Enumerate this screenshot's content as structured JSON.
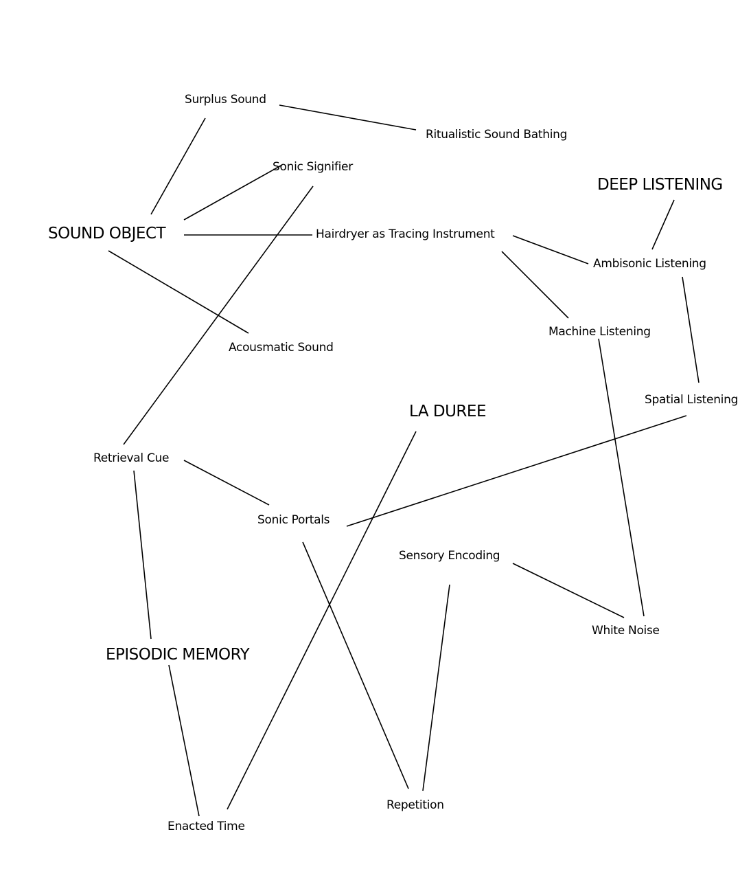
{
  "diagram": {
    "colors": {
      "background": "#ffffff",
      "line": "#000000",
      "text": "#000000"
    },
    "nodes": [
      {
        "id": "surplus_sound",
        "label": "Surplus Sound",
        "major": false
      },
      {
        "id": "ritualistic",
        "label": "Ritualistic Sound Bathing",
        "major": false
      },
      {
        "id": "sonic_signifier",
        "label": "Sonic Signifier",
        "major": false
      },
      {
        "id": "deep_listening",
        "label": "DEEP LISTENING",
        "major": true
      },
      {
        "id": "sound_object",
        "label": "SOUND OBJECT",
        "major": true
      },
      {
        "id": "hairdryer",
        "label": "Hairdryer as Tracing Instrument",
        "major": false
      },
      {
        "id": "ambisonic",
        "label": "Ambisonic Listening",
        "major": false
      },
      {
        "id": "machine_listening",
        "label": "Machine Listening",
        "major": false
      },
      {
        "id": "acousmatic",
        "label": "Acousmatic Sound",
        "major": false
      },
      {
        "id": "spatial_listening",
        "label": "Spatial Listening",
        "major": false
      },
      {
        "id": "la_duree",
        "label": "LA DUREE",
        "major": true
      },
      {
        "id": "retrieval_cue",
        "label": "Retrieval Cue",
        "major": false
      },
      {
        "id": "sonic_portals",
        "label": "Sonic Portals",
        "major": false
      },
      {
        "id": "sensory_encoding",
        "label": "Sensory Encoding",
        "major": false
      },
      {
        "id": "white_noise",
        "label": "White Noise",
        "major": false
      },
      {
        "id": "episodic_memory",
        "label": "EPISODIC MEMORY",
        "major": true
      },
      {
        "id": "repetition",
        "label": "Repetition",
        "major": false
      },
      {
        "id": "enacted_time",
        "label": "Enacted Time",
        "major": false
      }
    ],
    "edges": [
      [
        "surplus_sound",
        "ritualistic"
      ],
      [
        "surplus_sound",
        "sound_object"
      ],
      [
        "sonic_signifier",
        "sound_object"
      ],
      [
        "sonic_signifier",
        "retrieval_cue"
      ],
      [
        "sound_object",
        "hairdryer"
      ],
      [
        "sound_object",
        "acousmatic"
      ],
      [
        "hairdryer",
        "ambisonic"
      ],
      [
        "hairdryer",
        "machine_listening"
      ],
      [
        "deep_listening",
        "ambisonic"
      ],
      [
        "ambisonic",
        "spatial_listening"
      ],
      [
        "machine_listening",
        "white_noise"
      ],
      [
        "spatial_listening",
        "sonic_portals"
      ],
      [
        "retrieval_cue",
        "sonic_portals"
      ],
      [
        "retrieval_cue",
        "episodic_memory"
      ],
      [
        "sonic_portals",
        "repetition"
      ],
      [
        "la_duree",
        "enacted_time"
      ],
      [
        "sensory_encoding",
        "white_noise"
      ],
      [
        "sensory_encoding",
        "repetition"
      ],
      [
        "episodic_memory",
        "enacted_time"
      ]
    ]
  }
}
